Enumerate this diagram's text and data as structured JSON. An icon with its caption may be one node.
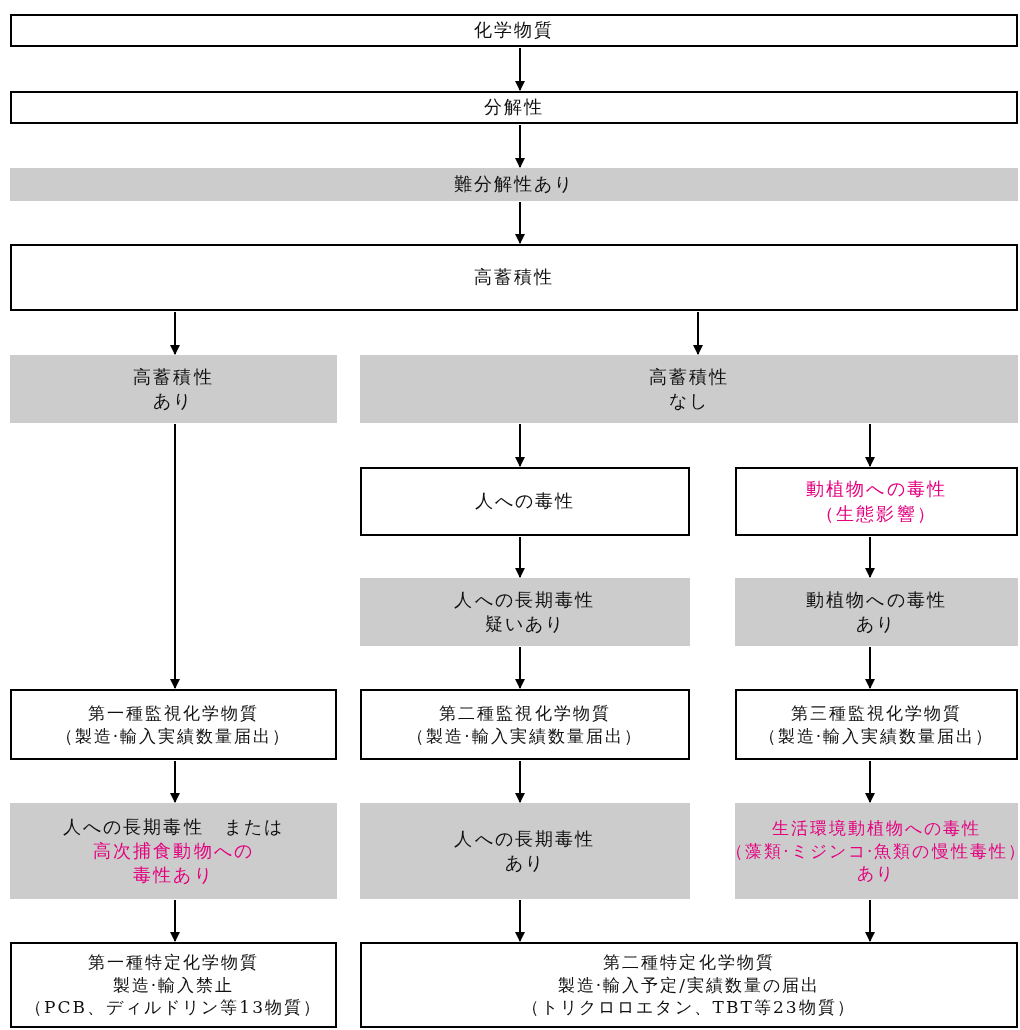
{
  "diagram": {
    "nodes": [
      {
        "text": [
          "化学物質"
        ]
      },
      {
        "text": [
          "分解性"
        ]
      },
      {
        "text": [
          "難分解性あり"
        ]
      },
      {
        "text": [
          "高蓄積性"
        ]
      },
      {
        "text": [
          "高蓄積性",
          "あり"
        ]
      },
      {
        "text": [
          "高蓄積性",
          "なし"
        ]
      },
      {
        "text": [
          "人への毒性"
        ]
      },
      {
        "text": [
          "動植物への毒性",
          "（生態影響）"
        ]
      },
      {
        "text": [
          "人への長期毒性",
          "疑いあり"
        ]
      },
      {
        "text": [
          "動植物への毒性",
          "あり"
        ]
      },
      {
        "text": [
          "第一種監視化学物質",
          "（製造·輸入実績数量届出）"
        ]
      },
      {
        "text": [
          "第二種監視化学物質",
          "（製造·輸入実績数量届出）"
        ]
      },
      {
        "text": [
          "第三種監視化学物質",
          "（製造·輸入実績数量届出）"
        ]
      },
      {
        "text": [
          "人への長期毒性　または",
          "高次捕食動物への",
          "毒性あり"
        ]
      },
      {
        "text": [
          "人への長期毒性",
          "あり"
        ]
      },
      {
        "text": [
          "生活環境動植物への毒性",
          "（藻類·ミジンコ·魚類の慢性毒性）",
          "あり"
        ]
      },
      {
        "text": [
          "第一種特定化学物質",
          "製造·輸入禁止",
          "（PCB、ディルドリン等13物質）"
        ]
      },
      {
        "text": [
          "第二種特定化学物質",
          "製造·輸入予定/実績数量の届出",
          "（トリクロロエタン、TBT等23物質）"
        ]
      }
    ],
    "edges": [
      {
        "from": 0,
        "to": 1,
        "arrow": "to"
      },
      {
        "from": 1,
        "to": 2,
        "arrow": "to"
      },
      {
        "from": 2,
        "to": 3,
        "arrow": "to"
      },
      {
        "from": 3,
        "to": 4,
        "arrow": "to"
      },
      {
        "from": 3,
        "to": 5,
        "arrow": "to"
      },
      {
        "from": 4,
        "to": 10,
        "arrow": "to"
      },
      {
        "from": 5,
        "to": 6,
        "arrow": "to"
      },
      {
        "from": 5,
        "to": 7,
        "arrow": "to"
      },
      {
        "from": 6,
        "to": 8,
        "arrow": "to"
      },
      {
        "from": 7,
        "to": 9,
        "arrow": "to"
      },
      {
        "from": 8,
        "to": 11,
        "arrow": "to"
      },
      {
        "from": 9,
        "to": 12,
        "arrow": "to"
      },
      {
        "from": 10,
        "to": 13,
        "arrow": "to"
      },
      {
        "from": 11,
        "to": 14,
        "arrow": "to"
      },
      {
        "from": 12,
        "to": 15,
        "arrow": "to"
      },
      {
        "from": 13,
        "to": 16,
        "arrow": "to"
      },
      {
        "from": 14,
        "to": 17,
        "arrow": "to"
      },
      {
        "from": 15,
        "to": 17,
        "arrow": "to"
      }
    ]
  }
}
